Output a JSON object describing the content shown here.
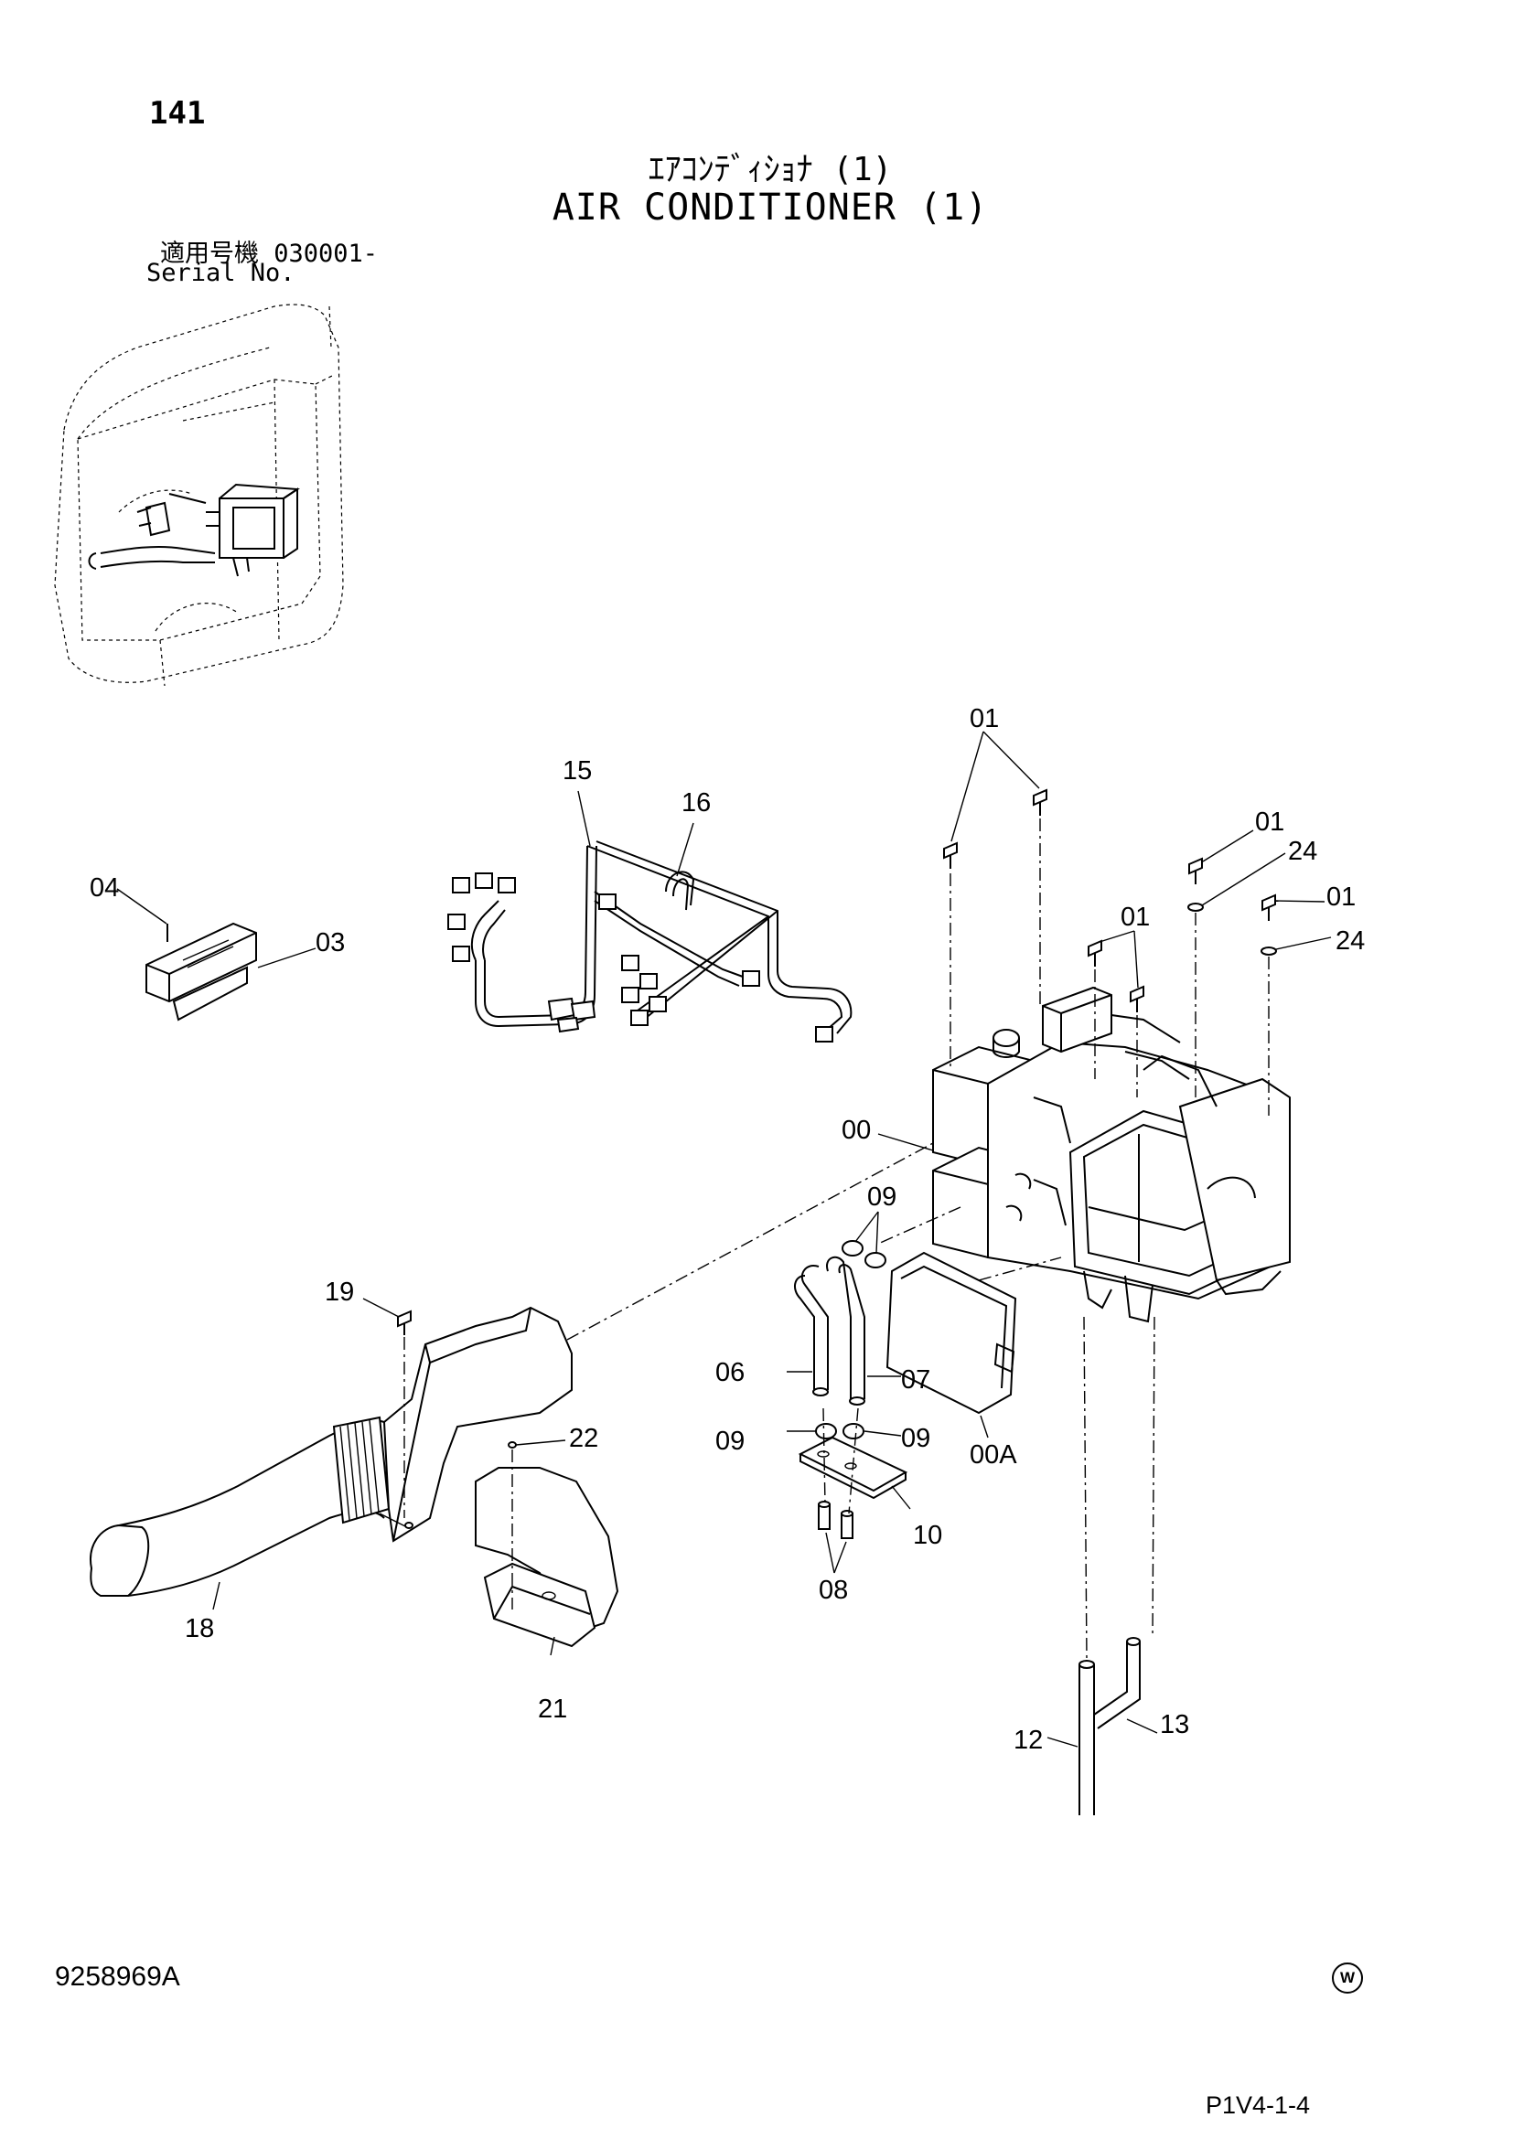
{
  "page_number": "141",
  "title_jp": "ｴｱｺﾝﾃﾞｨｼｮﾅ (1)",
  "title_en": "AIR CONDITIONER (1)",
  "serial_label_jp": "適用号機  030001-",
  "serial_label_en": "Serial No.",
  "document_number": "9258969A",
  "page_reference": "P1V4-1-4",
  "watermark_symbol": "W",
  "callouts": {
    "c01a": "01",
    "c01b": "01",
    "c01c": "01",
    "c01d": "01",
    "c24a": "24",
    "c24b": "24",
    "c15": "15",
    "c16": "16",
    "c04": "04",
    "c03": "03",
    "c00": "00",
    "c09a": "09",
    "c09b": "09",
    "c09c": "09",
    "c19": "19",
    "c22": "22",
    "c06": "06",
    "c07": "07",
    "c00A": "00A",
    "c10": "10",
    "c08": "08",
    "c18": "18",
    "c21": "21",
    "c12": "12",
    "c13": "13"
  }
}
